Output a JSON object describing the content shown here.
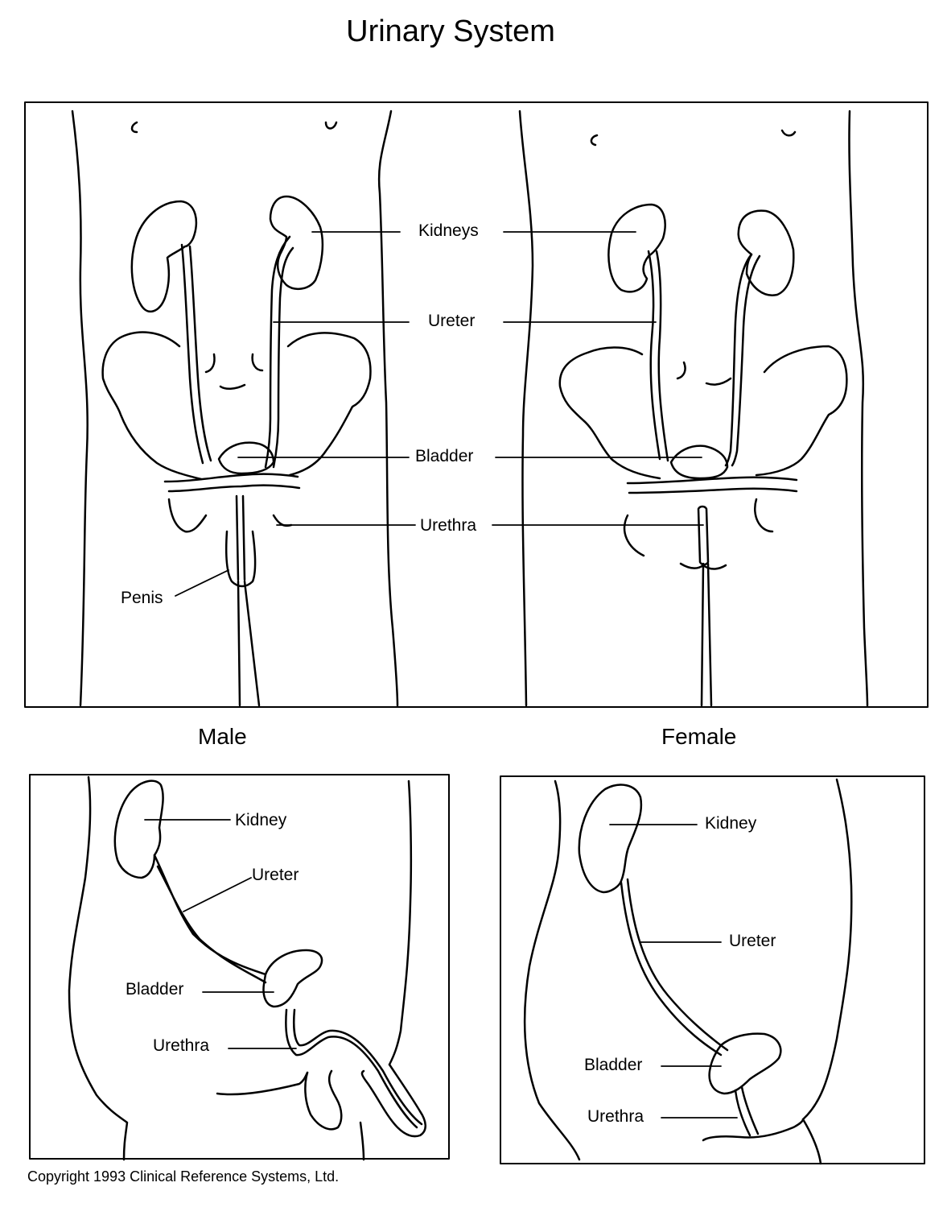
{
  "title": "Urinary System",
  "front_view": {
    "labels": {
      "kidneys": "Kidneys",
      "ureter": "Ureter",
      "bladder": "Bladder",
      "urethra": "Urethra",
      "penis": "Penis"
    },
    "captions": {
      "male": "Male",
      "female": "Female"
    }
  },
  "male_side_view": {
    "labels": {
      "kidney": "Kidney",
      "ureter": "Ureter",
      "bladder": "Bladder",
      "urethra": "Urethra"
    }
  },
  "female_side_view": {
    "labels": {
      "kidney": "Kidney",
      "ureter": "Ureter",
      "bladder": "Bladder",
      "urethra": "Urethra"
    }
  },
  "copyright": "Copyright 1993 Clinical Reference Systems, Ltd."
}
